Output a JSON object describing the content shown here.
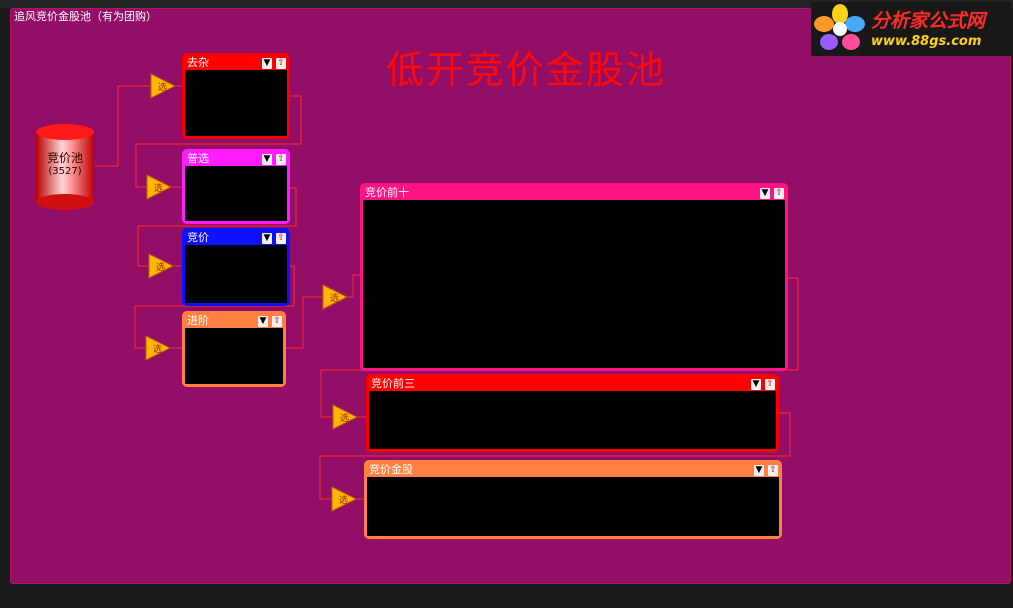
{
  "window": {
    "title": "追风竞价金股池（有为团购）"
  },
  "page_title": "低开竞价金股池",
  "logo": {
    "brand": "分析家公式网",
    "url": "www.88gs.com"
  },
  "pool": {
    "name": "竞价池",
    "count": "(3527)"
  },
  "node_label": "选",
  "panels": [
    {
      "title": "去杂",
      "color": "#ff0000"
    },
    {
      "title": "普选",
      "color": "#ff1cff"
    },
    {
      "title": "竞价",
      "color": "#0f10ff"
    },
    {
      "title": "进阶",
      "color": "#ff8040"
    },
    {
      "title": "竞价前十",
      "color": "#ff1484"
    },
    {
      "title": "竞价前三",
      "color": "#ff0000"
    },
    {
      "title": "竞价金股",
      "color": "#ff8040"
    }
  ],
  "controls": {
    "down": "▼",
    "up": "⇧"
  },
  "colors": {
    "canvas": "#930f67",
    "wire": "#ff2a2a",
    "node": "#ffb600"
  }
}
